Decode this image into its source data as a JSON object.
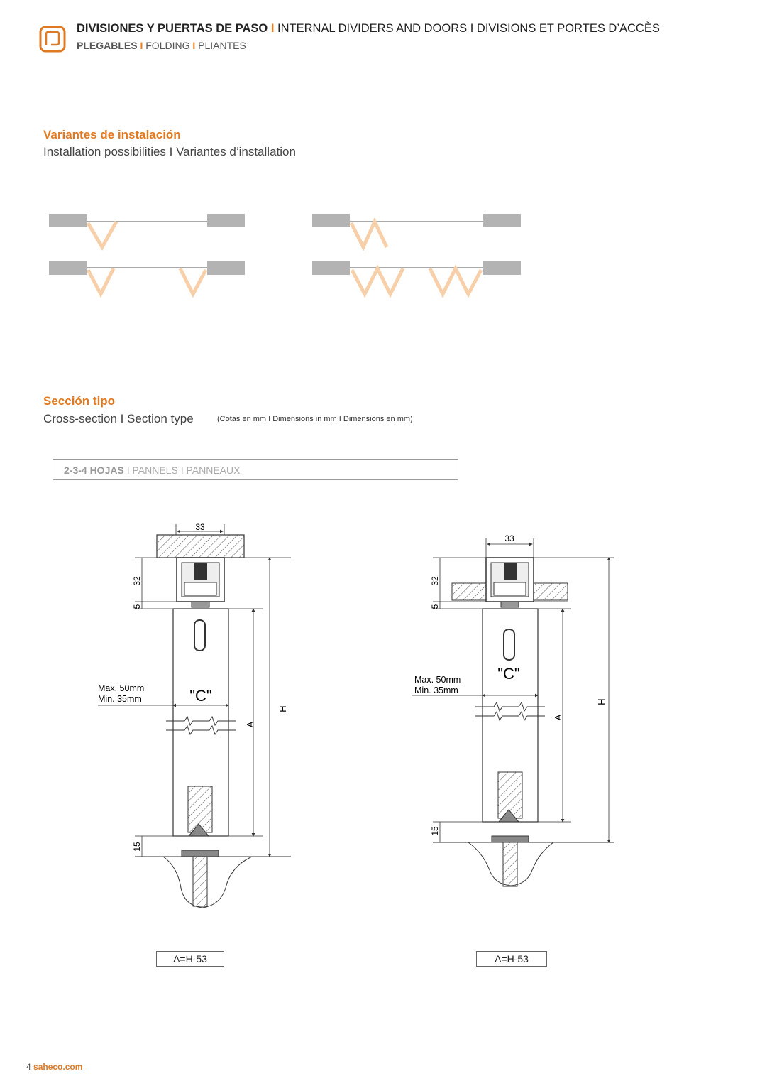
{
  "header": {
    "title_bold": "DIVISIONES Y PUERTAS DE PASO",
    "sep": "I",
    "title_rest": "INTERNAL DIVIDERS AND DOORS I DIVISIONS ET PORTES D’ACCÈS",
    "sub_bold": "PLEGABLES",
    "sub_part2": "FOLDING",
    "sub_part3": "PLIANTES"
  },
  "installation": {
    "heading": "Variantes de instalación",
    "subheading": "Installation possibilities I Variantes d’installation"
  },
  "section": {
    "heading": "Sección tipo",
    "subheading": "Cross-section I Section type",
    "note": "(Cotas en mm I Dimensions in mm I Dimensions en mm)",
    "panel_bold": "2-3-4 HOJAS",
    "panel_rest": "I PANNELS I PANNEAUX"
  },
  "drawing": {
    "dim_width": "33",
    "dim_height": "32",
    "dim_gap": "5",
    "dim_bottom": "15",
    "label_c": "\"C\"",
    "max": "Max. 50mm",
    "min": "Min. 35mm",
    "label_a": "A",
    "label_h": "H",
    "formula_left": "A=H-53",
    "formula_right": "A=H-53"
  },
  "colors": {
    "accent": "#e07a22",
    "bar": "#b3b3b3",
    "leaf": "#f7cfa8"
  },
  "footer": {
    "page": "4",
    "site": "saheco.com"
  }
}
